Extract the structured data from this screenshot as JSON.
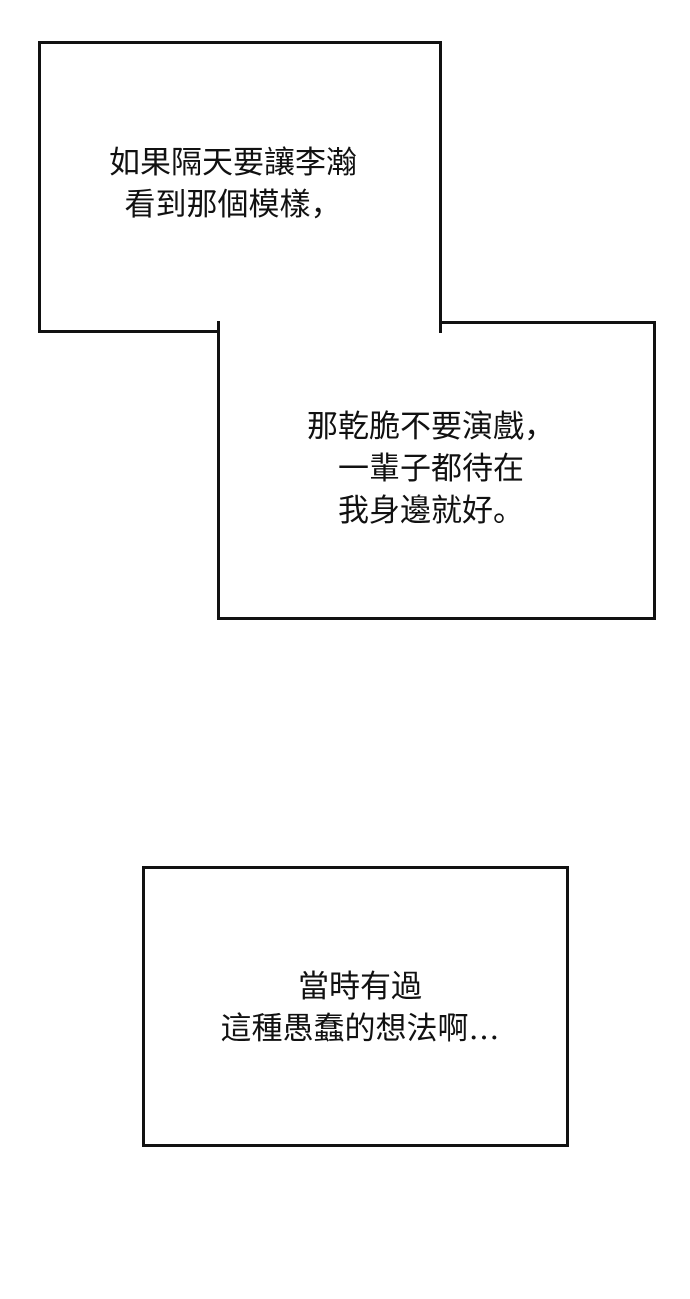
{
  "panels": [
    {
      "lines": [
        "如果隔天要讓李瀚",
        "看到那個模樣，"
      ]
    },
    {
      "lines": [
        "那乾脆不要演戲，",
        "一輩子都待在",
        "我身邊就好。"
      ]
    },
    {
      "lines": [
        "當時有過",
        "這種愚蠢的想法啊…"
      ]
    }
  ],
  "colors": {
    "background": "#ffffff",
    "border": "#111111",
    "text": "#111111"
  }
}
